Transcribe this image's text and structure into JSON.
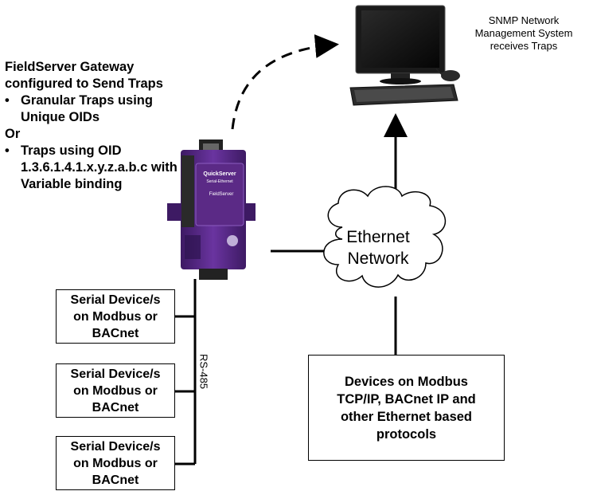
{
  "gateway": {
    "title": "FieldServer Gateway configured to Send Traps",
    "option1": "Granular Traps using Unique OIDs",
    "or_label": "Or",
    "option2": "Traps using OID 1.3.6.1.4.1.x.y.z.a.b.c with Variable binding",
    "device_brand": "QuickServer",
    "device_subtitle": "Serial-Ethernet",
    "device_logo": "FieldServer"
  },
  "snmp": {
    "caption": "SNMP Network Management System receives Traps"
  },
  "cloud": {
    "label_line1": "Ethernet",
    "label_line2": "Network"
  },
  "serial_devices": [
    {
      "line1": "Serial Device/s",
      "line2": "on Modbus or",
      "line3": "BACnet"
    },
    {
      "line1": "Serial Device/s",
      "line2": "on Modbus or",
      "line3": "BACnet"
    },
    {
      "line1": "Serial Device/s",
      "line2": "on Modbus or",
      "line3": "BACnet"
    }
  ],
  "bus_label": "RS-485",
  "ethernet_devices": {
    "line1": "Devices on Modbus",
    "line2": "TCP/IP, BACnet IP and",
    "line3": "other Ethernet based",
    "line4": "protocols"
  },
  "colors": {
    "device_body": "#5b2a86",
    "device_dark": "#3d1a63",
    "monitor": "#1a1a1a"
  }
}
